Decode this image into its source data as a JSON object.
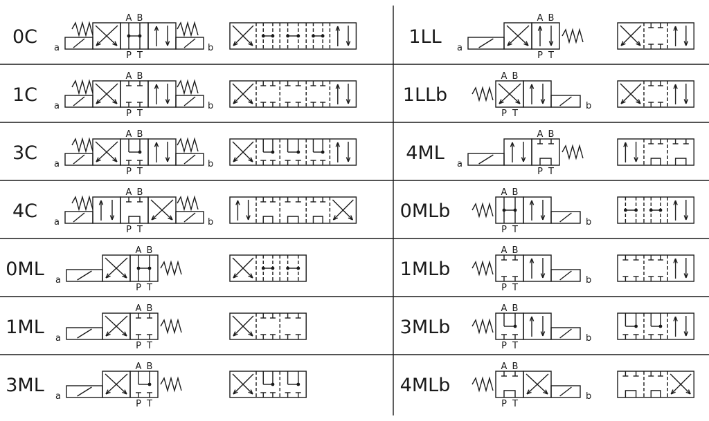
{
  "ports": {
    "a": "a",
    "b": "b",
    "A": "A",
    "B": "B",
    "P": "P",
    "T": "T"
  },
  "left": [
    {
      "code": "0C",
      "spool": "0",
      "type": "C"
    },
    {
      "code": "1C",
      "spool": "1",
      "type": "C"
    },
    {
      "code": "3C",
      "spool": "3",
      "type": "C"
    },
    {
      "code": "4C",
      "spool": "4",
      "type": "C"
    },
    {
      "code": "0ML",
      "spool": "0",
      "type": "ML"
    },
    {
      "code": "1ML",
      "spool": "1",
      "type": "ML"
    },
    {
      "code": "3ML",
      "spool": "3",
      "type": "ML"
    }
  ],
  "right": [
    {
      "code": "1LL",
      "spool": "1",
      "type": "LL"
    },
    {
      "code": "1LLb",
      "spool": "1",
      "type": "LLb"
    },
    {
      "code": "4ML",
      "spool": "4",
      "type": "ML"
    },
    {
      "code": "0MLb",
      "spool": "0",
      "type": "MLb"
    },
    {
      "code": "1MLb",
      "spool": "1",
      "type": "MLb"
    },
    {
      "code": "3MLb",
      "spool": "3",
      "type": "MLb"
    },
    {
      "code": "4MLb",
      "spool": "4",
      "type": "MLb"
    }
  ]
}
